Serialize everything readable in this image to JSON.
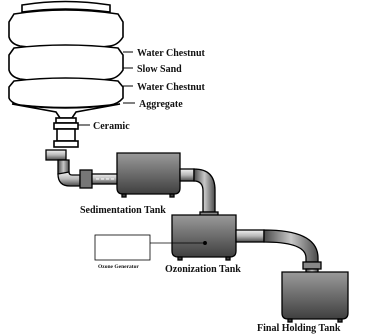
{
  "diagram": {
    "layer_labels": {
      "water_chestnut_top": "Water Chestnut",
      "slow_sand": "Slow Sand",
      "water_chestnut_bottom": "Water Chestnut",
      "aggregate": "Aggregate",
      "ceramic": "Ceramic"
    },
    "tank_labels": {
      "sedimentation": "Sedimentation Tank",
      "ozonization": "Ozonization Tank",
      "final_holding": "Final Holding Tank"
    },
    "ozone_generator": "Ozone Generator"
  }
}
